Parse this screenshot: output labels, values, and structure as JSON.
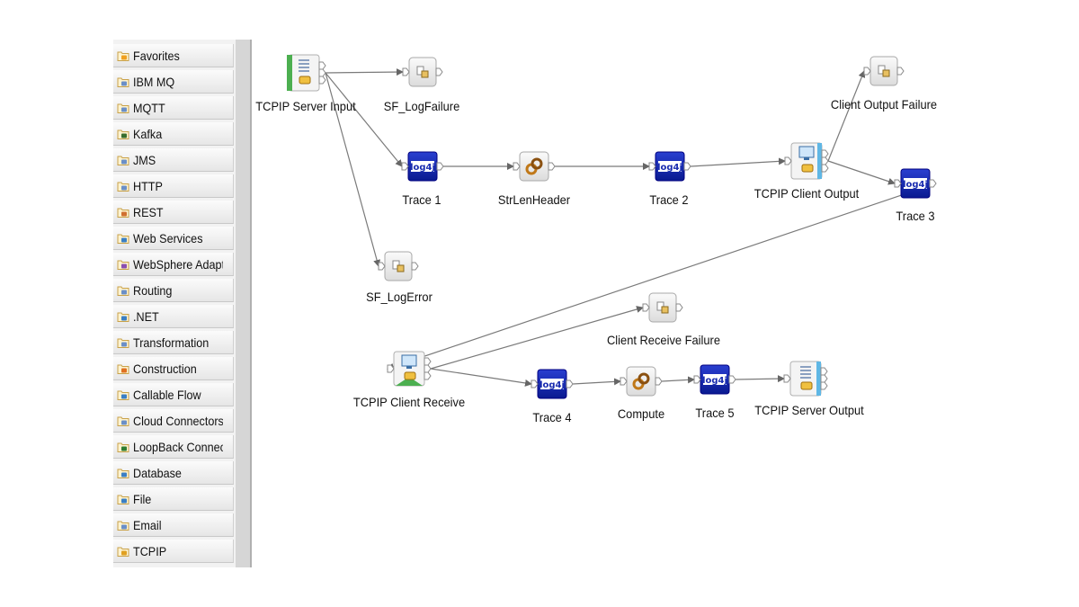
{
  "palette": {
    "items": [
      {
        "label": "Favorites",
        "icon": "favorites-folder-icon",
        "color": "#f0a020"
      },
      {
        "label": "IBM MQ",
        "icon": "ibm-mq-folder-icon",
        "color": "#6b8fc7"
      },
      {
        "label": "MQTT",
        "icon": "mqtt-folder-icon",
        "color": "#6b8fc7"
      },
      {
        "label": "Kafka",
        "icon": "kafka-folder-icon",
        "color": "#3a6e2e"
      },
      {
        "label": "JMS",
        "icon": "jms-folder-icon",
        "color": "#6b8fc7"
      },
      {
        "label": "HTTP",
        "icon": "http-folder-icon",
        "color": "#6b8fc7"
      },
      {
        "label": "REST",
        "icon": "rest-folder-icon",
        "color": "#d07030"
      },
      {
        "label": "Web Services",
        "icon": "web-services-folder-icon",
        "color": "#3b7fc4"
      },
      {
        "label": "WebSphere Adapters",
        "icon": "websphere-adapters-folder-icon",
        "color": "#8a4fb0"
      },
      {
        "label": "Routing",
        "icon": "routing-folder-icon",
        "color": "#6b8fc7"
      },
      {
        "label": ".NET",
        "icon": "dotnet-folder-icon",
        "color": "#3b7fc4"
      },
      {
        "label": "Transformation",
        "icon": "transformation-folder-icon",
        "color": "#6b8fc7"
      },
      {
        "label": "Construction",
        "icon": "construction-folder-icon",
        "color": "#e07020"
      },
      {
        "label": "Callable Flow",
        "icon": "callable-flow-folder-icon",
        "color": "#3b7fc4"
      },
      {
        "label": "Cloud Connectors",
        "icon": "cloud-connectors-folder-icon",
        "color": "#6b8fc7"
      },
      {
        "label": "LoopBack Connect...",
        "icon": "loopback-connector-folder-icon",
        "color": "#2e7d32"
      },
      {
        "label": "Database",
        "icon": "database-folder-icon",
        "color": "#3b7fc4"
      },
      {
        "label": "File",
        "icon": "file-folder-icon",
        "color": "#3b7fc4"
      },
      {
        "label": "Email",
        "icon": "email-folder-icon",
        "color": "#6b8fc7"
      },
      {
        "label": "TCPIP",
        "icon": "tcpip-folder-icon",
        "color": "#e0a020"
      }
    ]
  },
  "flow": {
    "nodes": {
      "tcpip_server_input": {
        "label": "TCPIP Server Input",
        "icon": "tcpip-server-input-icon"
      },
      "sf_logfailure": {
        "label": "SF_LogFailure",
        "icon": "subflow-icon"
      },
      "trace1": {
        "label": "Trace 1",
        "icon": "log4j-icon",
        "text": "log4j"
      },
      "strlenheader": {
        "label": "StrLenHeader",
        "icon": "compute-node-icon"
      },
      "trace2": {
        "label": "Trace 2",
        "icon": "log4j-icon",
        "text": "log4j"
      },
      "tcpip_client_output": {
        "label": "TCPIP Client Output",
        "icon": "tcpip-client-output-icon"
      },
      "client_output_failure": {
        "label": "Client Output Failure",
        "icon": "subflow-icon"
      },
      "trace3": {
        "label": "Trace 3",
        "icon": "log4j-icon",
        "text": "log4j"
      },
      "sf_logerror": {
        "label": "SF_LogError",
        "icon": "subflow-icon"
      },
      "client_receive_failure": {
        "label": "Client Receive Failure",
        "icon": "subflow-icon"
      },
      "tcpip_client_receive": {
        "label": "TCPIP Client Receive",
        "icon": "tcpip-client-receive-icon"
      },
      "trace4": {
        "label": "Trace 4",
        "icon": "log4j-icon",
        "text": "log4j"
      },
      "compute": {
        "label": "Compute",
        "icon": "compute-node-icon"
      },
      "trace5": {
        "label": "Trace 5",
        "icon": "log4j-icon",
        "text": "log4j"
      },
      "tcpip_server_output": {
        "label": "TCPIP Server Output",
        "icon": "tcpip-server-output-icon"
      }
    },
    "connections": [
      [
        "tcpip_server_input",
        "sf_logfailure"
      ],
      [
        "tcpip_server_input",
        "trace1"
      ],
      [
        "tcpip_server_input",
        "sf_logerror"
      ],
      [
        "trace1",
        "strlenheader"
      ],
      [
        "strlenheader",
        "trace2"
      ],
      [
        "trace2",
        "tcpip_client_output"
      ],
      [
        "tcpip_client_output",
        "client_output_failure"
      ],
      [
        "tcpip_client_output",
        "trace3"
      ],
      [
        "trace3",
        "tcpip_client_receive"
      ],
      [
        "tcpip_client_receive",
        "client_receive_failure"
      ],
      [
        "tcpip_client_receive",
        "trace4"
      ],
      [
        "trace4",
        "compute"
      ],
      [
        "compute",
        "trace5"
      ],
      [
        "trace5",
        "tcpip_server_output"
      ]
    ]
  }
}
